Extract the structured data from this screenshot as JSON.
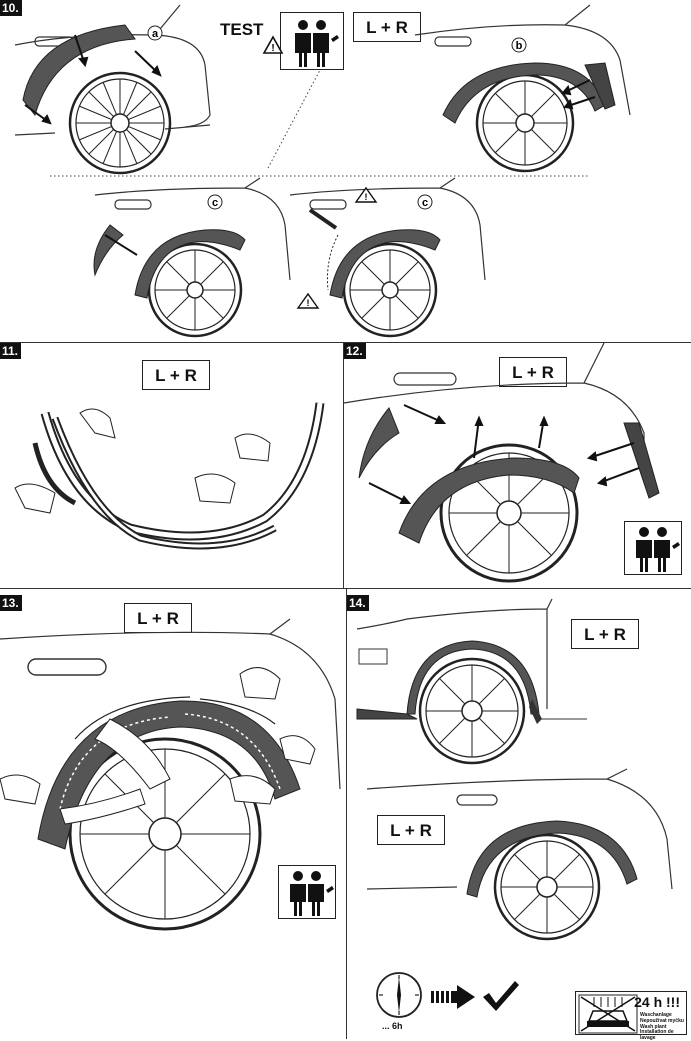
{
  "steps": [
    {
      "number": "10.",
      "test_label": "TEST",
      "lr_label": "L + R",
      "markers": [
        "a",
        "b",
        "c",
        "c"
      ]
    },
    {
      "number": "11.",
      "lr_label": "L + R"
    },
    {
      "number": "12.",
      "lr_label": "L + R"
    },
    {
      "number": "13.",
      "lr_label": "L + R"
    },
    {
      "number": "14.",
      "lr_label_top": "L + R",
      "lr_label_bottom": "L + R",
      "clock_label": "... 6h",
      "wash": {
        "title": "24 h !!!",
        "lines": [
          "Waschanlage",
          "Nepoužívat myčku",
          "Wash plant",
          "Installation de lavage"
        ]
      }
    }
  ],
  "icons": [
    "two-mechanics-icon",
    "warning-triangle-icon",
    "clock-icon",
    "arrow-right-icon",
    "checkmark-icon",
    "car-wash-icon"
  ]
}
